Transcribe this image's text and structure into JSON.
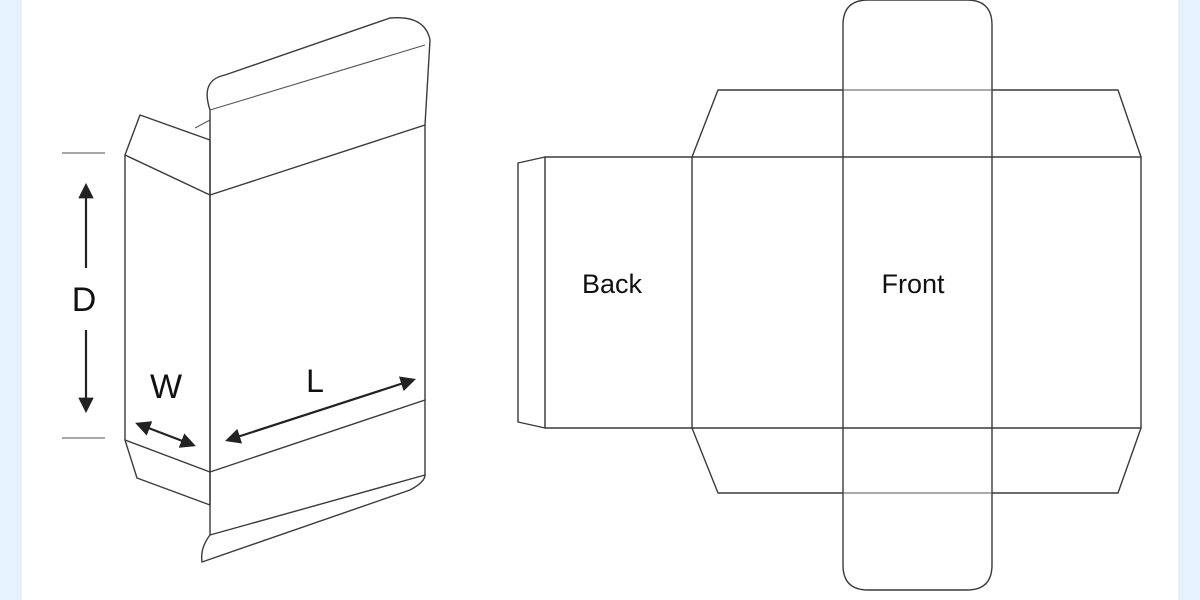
{
  "diagram": {
    "dimension_labels": {
      "depth": "D",
      "width": "W",
      "length": "L"
    },
    "panel_labels": {
      "back": "Back",
      "front": "Front"
    },
    "colors": {
      "background": "#e6f3fc",
      "canvas": "#ffffff",
      "stroke": "#3a3a3a",
      "text": "#111111"
    }
  }
}
